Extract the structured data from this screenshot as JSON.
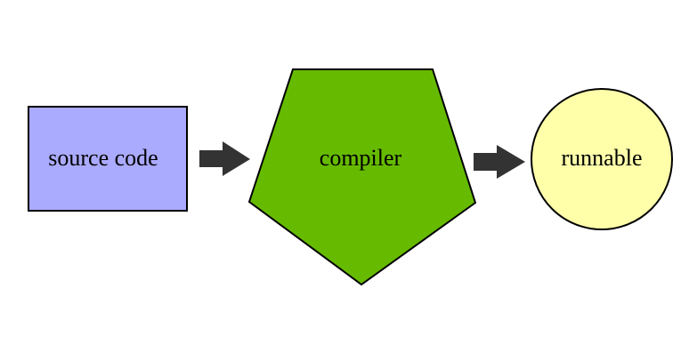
{
  "diagram": {
    "nodes": [
      {
        "id": "source",
        "label": "source code",
        "shape": "rectangle",
        "fill": "#AAAAFF"
      },
      {
        "id": "compiler",
        "label": "compiler",
        "shape": "pentagon",
        "fill": "#66BB00"
      },
      {
        "id": "runnable",
        "label": "runnable",
        "shape": "circle",
        "fill": "#FFFFAA"
      }
    ],
    "edges": [
      {
        "from": "source",
        "to": "compiler"
      },
      {
        "from": "compiler",
        "to": "runnable"
      }
    ],
    "colors": {
      "outline": "#000000",
      "arrow": "#333333",
      "background": "#FFFFFF"
    }
  }
}
